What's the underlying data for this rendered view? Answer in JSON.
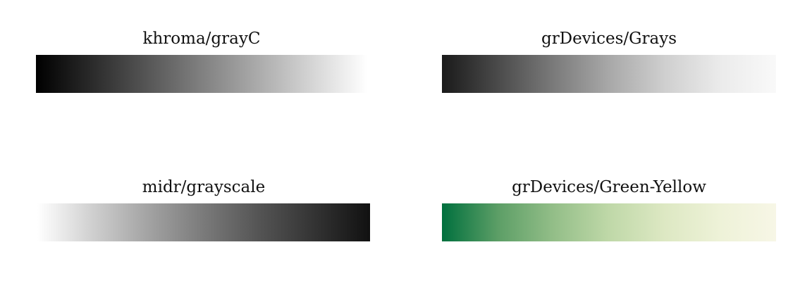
{
  "palettes": [
    {
      "title": "khroma/grayC",
      "colors": [
        "#000000",
        "#2a2a2a",
        "#555555",
        "#808080",
        "#aaaaaa",
        "#d5d5d5",
        "#ffffff"
      ]
    },
    {
      "title": "grDevices/Grays",
      "colors": [
        "#1a1a1a",
        "#4a4a4a",
        "#7a7a7a",
        "#a8a8a8",
        "#cfcfcf",
        "#ebebeb",
        "#f9f9f9"
      ]
    },
    {
      "title": "midr/grayscale",
      "colors": [
        "#ffffff",
        "#cfcfcf",
        "#a3a3a3",
        "#7a7a7a",
        "#545454",
        "#333333",
        "#111111"
      ]
    },
    {
      "title": "grDevices/Green-Yellow",
      "colors": [
        "#00703e",
        "#5c9e66",
        "#93be88",
        "#bfd8a8",
        "#dde8c3",
        "#eef2d8",
        "#f7f6e6"
      ]
    }
  ]
}
